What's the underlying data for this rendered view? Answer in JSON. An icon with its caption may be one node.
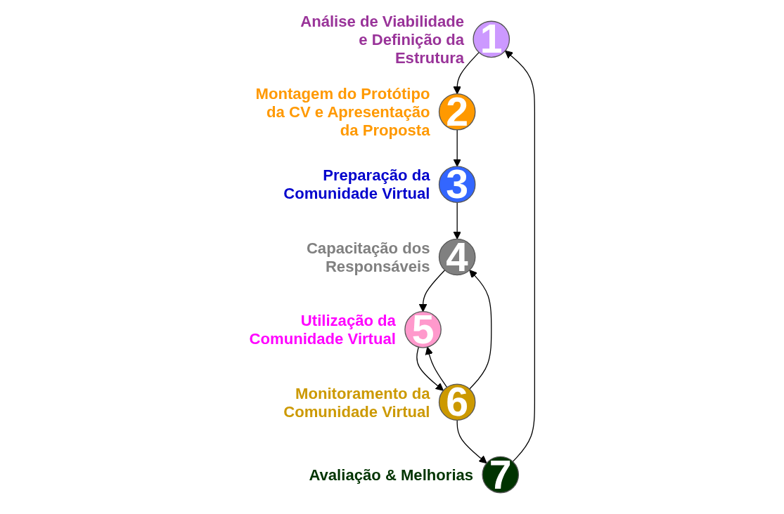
{
  "diagram": {
    "nodes": [
      {
        "text": [
          "1"
        ],
        "beside": [
          "Análise de Viabilidade e Definição da Estrutura"
        ]
      },
      {
        "text": [
          "2"
        ],
        "beside": [
          "Montagem do Protótipo da CV e Apresentação da Proposta"
        ]
      },
      {
        "text": [
          "3"
        ],
        "beside": [
          "Preparação da Comunidade Virtual"
        ]
      },
      {
        "text": [
          "4"
        ],
        "beside": [
          "Capacitação dos Responsáveis"
        ]
      },
      {
        "text": [
          "5"
        ],
        "beside": [
          "Utilização da Comunidade Virtual"
        ]
      },
      {
        "text": [
          "6"
        ],
        "beside": [
          "Monitoramento da Comunidade Virtual"
        ]
      },
      {
        "text": [
          "7"
        ],
        "beside": [
          "Avaliação & Melhorias"
        ]
      }
    ],
    "edges": [
      {
        "from": 0,
        "to": 1,
        "arrow": "to"
      },
      {
        "from": 1,
        "to": 2,
        "arrow": "to"
      },
      {
        "from": 2,
        "to": 3,
        "arrow": "to"
      },
      {
        "from": 3,
        "to": 4,
        "arrow": "to"
      },
      {
        "from": 4,
        "to": 5,
        "arrow": "to"
      },
      {
        "from": 5,
        "to": 4,
        "arrow": "to"
      },
      {
        "from": 5,
        "to": 3,
        "arrow": "to"
      },
      {
        "from": 5,
        "to": 6,
        "arrow": "to"
      },
      {
        "from": 6,
        "to": 0,
        "arrow": "to"
      }
    ]
  }
}
